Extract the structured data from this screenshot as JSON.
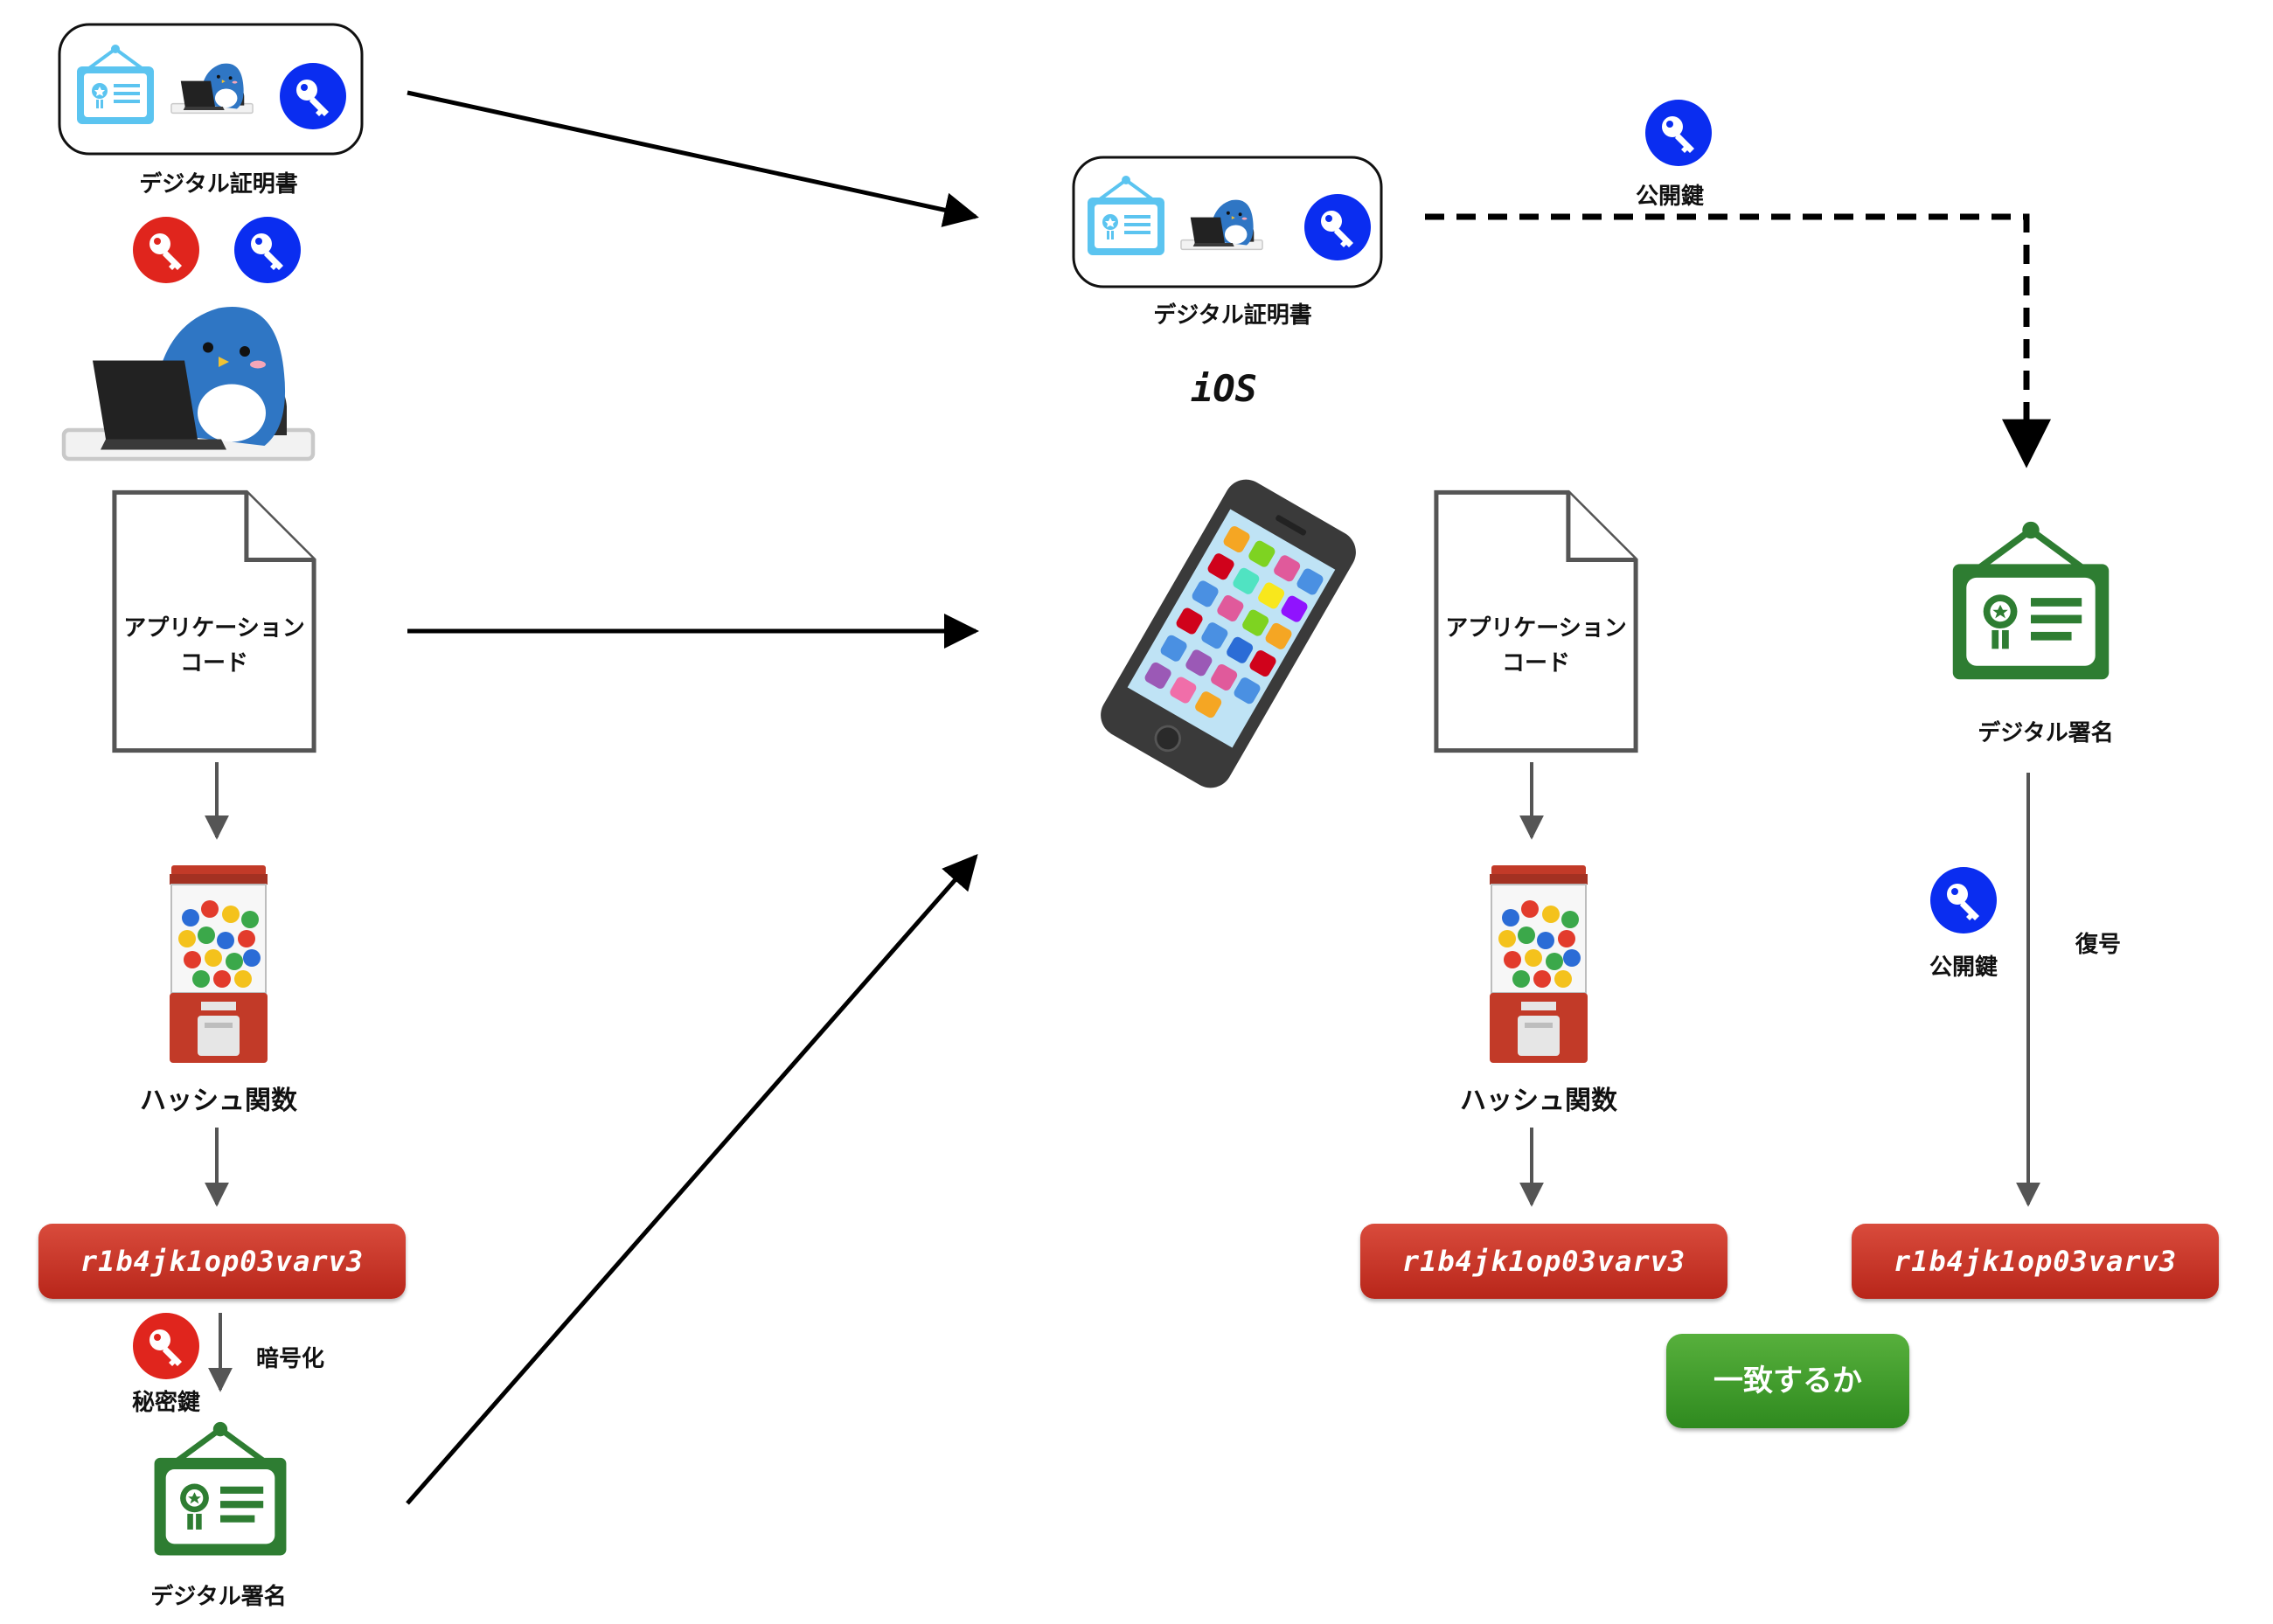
{
  "labels": {
    "digital_cert": "デジタル証明書",
    "app_code_line1": "アプリケーション",
    "app_code_line2": "コード",
    "hash_function": "ハッシュ関数",
    "hash_value": "r1b4jk1op03varv3",
    "private_key": "秘密鍵",
    "public_key": "公開鍵",
    "encrypt": "暗号化",
    "decrypt": "復号",
    "digital_signature": "デジタル署名",
    "ios": "iOS",
    "match": "一致するか"
  },
  "colors": {
    "private_key": "#e0251d",
    "public_key": "#0a2df0",
    "cert_blue": "#5bc4f0",
    "signature_green": "#2e7d32",
    "hash_red": "#c7362a",
    "match_green": "#43a02c",
    "penguin_blue": "#2f76c4"
  },
  "icons": [
    "certificate-icon",
    "penguin-developer-icon",
    "key-icon",
    "document-icon",
    "gumball-machine-icon",
    "smartphone-icon",
    "signature-certificate-icon"
  ]
}
